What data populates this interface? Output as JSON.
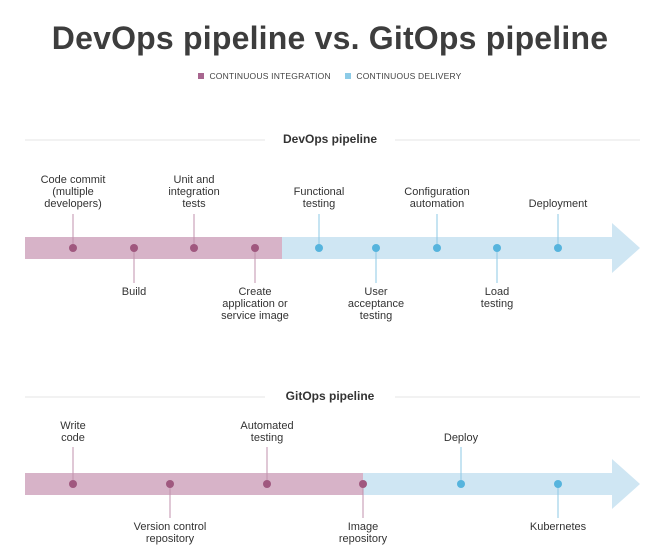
{
  "title": "DevOps pipeline vs. GitOps pipeline",
  "legend": [
    {
      "label": "CONTINUOUS INTEGRATION",
      "color": "#a8668f"
    },
    {
      "label": "CONTINUOUS DELIVERY",
      "color": "#8ccbe7"
    }
  ],
  "colors": {
    "ci_bar": "#d7b3c8",
    "cd_bar": "#cfe6f3",
    "ci_dot": "#a0587f",
    "cd_dot": "#56b4dd",
    "ci_stem": "#c090ad",
    "cd_stem": "#8cc8e4"
  },
  "devops": {
    "title": "DevOps pipeline",
    "stages": [
      {
        "label": "Code commit (multiple developers)",
        "phase": "ci",
        "side": "above"
      },
      {
        "label": "Build",
        "phase": "ci",
        "side": "below"
      },
      {
        "label": "Unit and integration tests",
        "phase": "ci",
        "side": "above"
      },
      {
        "label": "Create application or service image",
        "phase": "ci",
        "side": "below"
      },
      {
        "label": "Functional testing",
        "phase": "cd",
        "side": "above"
      },
      {
        "label": "User acceptance testing",
        "phase": "cd",
        "side": "below"
      },
      {
        "label": "Configuration automation",
        "phase": "cd",
        "side": "above"
      },
      {
        "label": "Load testing",
        "phase": "cd",
        "side": "below"
      },
      {
        "label": "Deployment",
        "phase": "cd",
        "side": "above"
      }
    ]
  },
  "gitops": {
    "title": "GitOps pipeline",
    "stages": [
      {
        "label": "Write code",
        "phase": "ci",
        "side": "above"
      },
      {
        "label": "Version control repository",
        "phase": "ci",
        "side": "below"
      },
      {
        "label": "Automated testing",
        "phase": "ci",
        "side": "above"
      },
      {
        "label": "Image repository",
        "phase": "ci",
        "side": "below"
      },
      {
        "label": "Deploy",
        "phase": "cd",
        "side": "above"
      },
      {
        "label": "Kubernetes",
        "phase": "cd",
        "side": "below"
      }
    ]
  }
}
